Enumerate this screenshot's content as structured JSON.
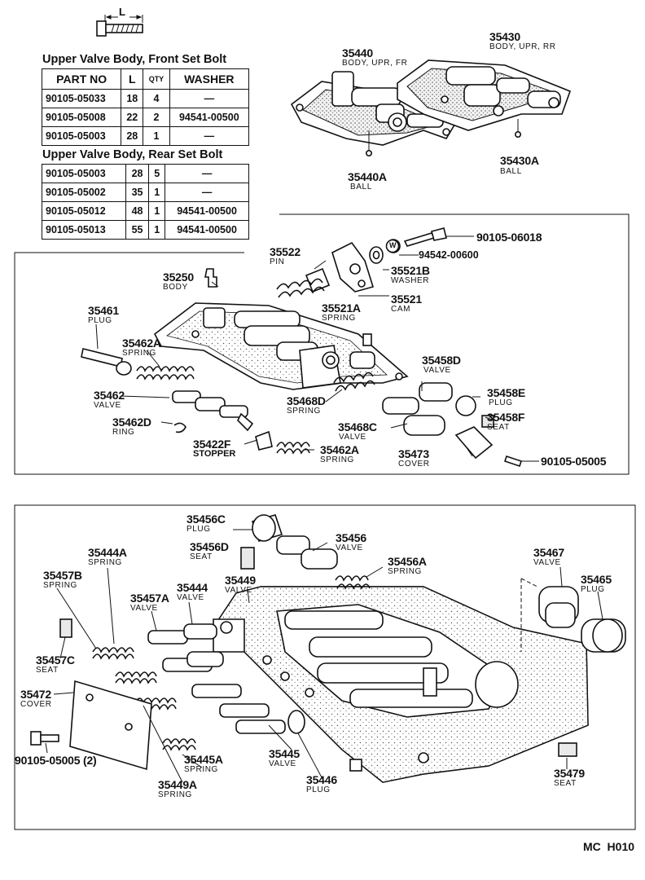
{
  "header": {
    "dim_label": "L"
  },
  "front_bolt": {
    "title": "Upper Valve Body, Front Set Bolt",
    "columns": [
      "PART NO",
      "L",
      "QTY",
      "WASHER"
    ],
    "rows": [
      [
        "90105-05033",
        "18",
        "4",
        "—"
      ],
      [
        "90105-05008",
        "22",
        "2",
        "94541-00500"
      ],
      [
        "90105-05003",
        "28",
        "1",
        "—"
      ]
    ]
  },
  "rear_bolt": {
    "title": "Upper Valve Body, Rear Set Bolt",
    "rows": [
      [
        "90105-05003",
        "28",
        "5",
        "—"
      ],
      [
        "90105-05002",
        "35",
        "1",
        "—"
      ],
      [
        "90105-05012",
        "48",
        "1",
        "94541-00500"
      ],
      [
        "90105-05013",
        "55",
        "1",
        "94541-00500"
      ]
    ]
  },
  "parts": {
    "p35440": {
      "no": "35440",
      "name": "BODY, UPR, FR"
    },
    "p35430": {
      "no": "35430",
      "name": "BODY, UPR, RR"
    },
    "p35440A": {
      "no": "35440A",
      "name": "BALL"
    },
    "p35430A": {
      "no": "35430A",
      "name": "BALL"
    },
    "p90105_06018": {
      "no": "90105-06018"
    },
    "p94542_00600": {
      "no": "94542-00600",
      "badge": "W"
    },
    "p35522": {
      "no": "35522",
      "name": "PIN"
    },
    "p35521B": {
      "no": "35521B",
      "name": "WASHER"
    },
    "p35250": {
      "no": "35250",
      "name": "BODY"
    },
    "p35521A": {
      "no": "35521A",
      "name": "SPRING"
    },
    "p35521": {
      "no": "35521",
      "name": "CAM"
    },
    "p35461": {
      "no": "35461",
      "name": "PLUG"
    },
    "p35462A_top": {
      "no": "35462A",
      "name": "SPRING"
    },
    "p35458D": {
      "no": "35458D",
      "name": "VALVE"
    },
    "p35458E": {
      "no": "35458E",
      "name": "PLUG"
    },
    "p35462": {
      "no": "35462",
      "name": "VALVE"
    },
    "p35468D": {
      "no": "35468D",
      "name": "SPRING"
    },
    "p35458F": {
      "no": "35458F",
      "name": "SEAT"
    },
    "p35462D": {
      "no": "35462D",
      "name": "RING"
    },
    "p35468C": {
      "no": "35468C",
      "name": "VALVE"
    },
    "p35422F": {
      "no": "35422F",
      "name": "STOPPER"
    },
    "p35462A_bot": {
      "no": "35462A",
      "name": "SPRING"
    },
    "p35473": {
      "no": "35473",
      "name": "COVER"
    },
    "p90105_05005_a": {
      "no": "90105-05005"
    },
    "p35456C": {
      "no": "35456C",
      "name": "PLUG"
    },
    "p35456": {
      "no": "35456",
      "name": "VALVE"
    },
    "p35456D": {
      "no": "35456D",
      "name": "SEAT"
    },
    "p35444A": {
      "no": "35444A",
      "name": "SPRING"
    },
    "p35456A": {
      "no": "35456A",
      "name": "SPRING"
    },
    "p35467": {
      "no": "35467",
      "name": "VALVE"
    },
    "p35457B": {
      "no": "35457B",
      "name": "SPRING"
    },
    "p35449": {
      "no": "35449",
      "name": "VALVE"
    },
    "p35465": {
      "no": "35465",
      "name": "PLUG"
    },
    "p35444": {
      "no": "35444",
      "name": "VALVE"
    },
    "p35457A": {
      "no": "35457A",
      "name": "VALVE"
    },
    "p35457C": {
      "no": "35457C",
      "name": "SEAT"
    },
    "p35472": {
      "no": "35472",
      "name": "COVER"
    },
    "p90105_05005_b": {
      "no": "90105-05005 (2)"
    },
    "p35445A": {
      "no": "35445A",
      "name": "SPRING"
    },
    "p35445": {
      "no": "35445",
      "name": "VALVE"
    },
    "p35449A": {
      "no": "35449A",
      "name": "SPRING"
    },
    "p35446": {
      "no": "35446",
      "name": "PLUG"
    },
    "p35479": {
      "no": "35479",
      "name": "SEAT"
    }
  },
  "footer": {
    "code": "MC  H010"
  }
}
